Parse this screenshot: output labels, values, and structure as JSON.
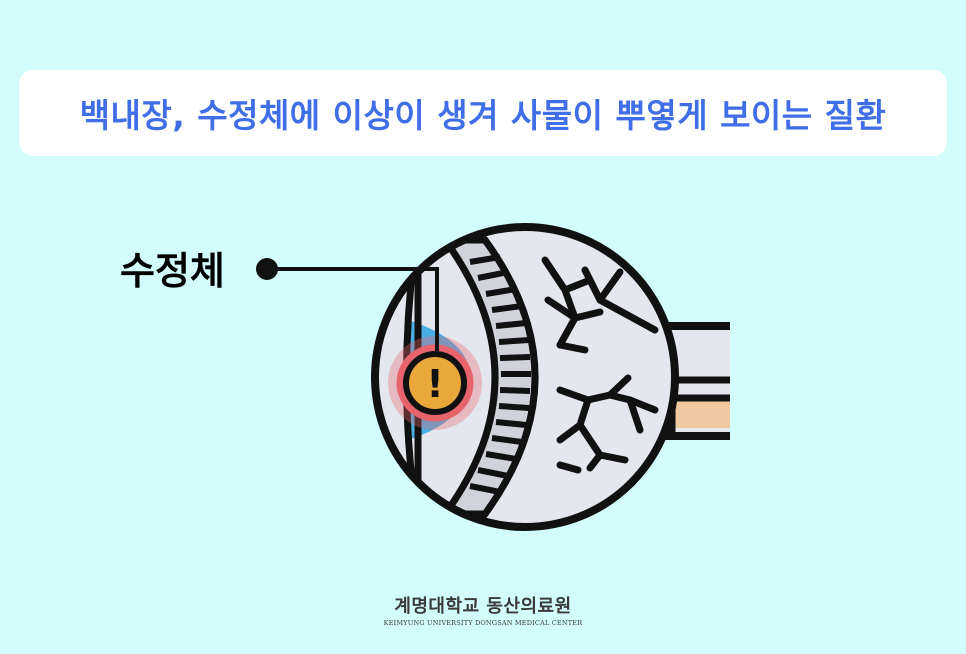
{
  "title": "백내장, 수정체에 이상이 생겨 사물이 뿌옇게 보이는 질환",
  "part_label": "수정체",
  "marker_glyph": "!",
  "footer": {
    "name_ko": "계명대학교 동산의료원",
    "name_en": "KEIMYUNG UNIVERSITY DONGSAN MEDICAL CENTER"
  },
  "colors": {
    "background": "#d3fdfd",
    "title": "#3f6ee6",
    "eye_white": "#e4e8ee",
    "iris_blue": "#4aaee4",
    "lens_orange": "#e8a83c",
    "highlight_red": "#e8646c",
    "optic_nerve": "#f0c8a0",
    "outline": "#111111"
  }
}
